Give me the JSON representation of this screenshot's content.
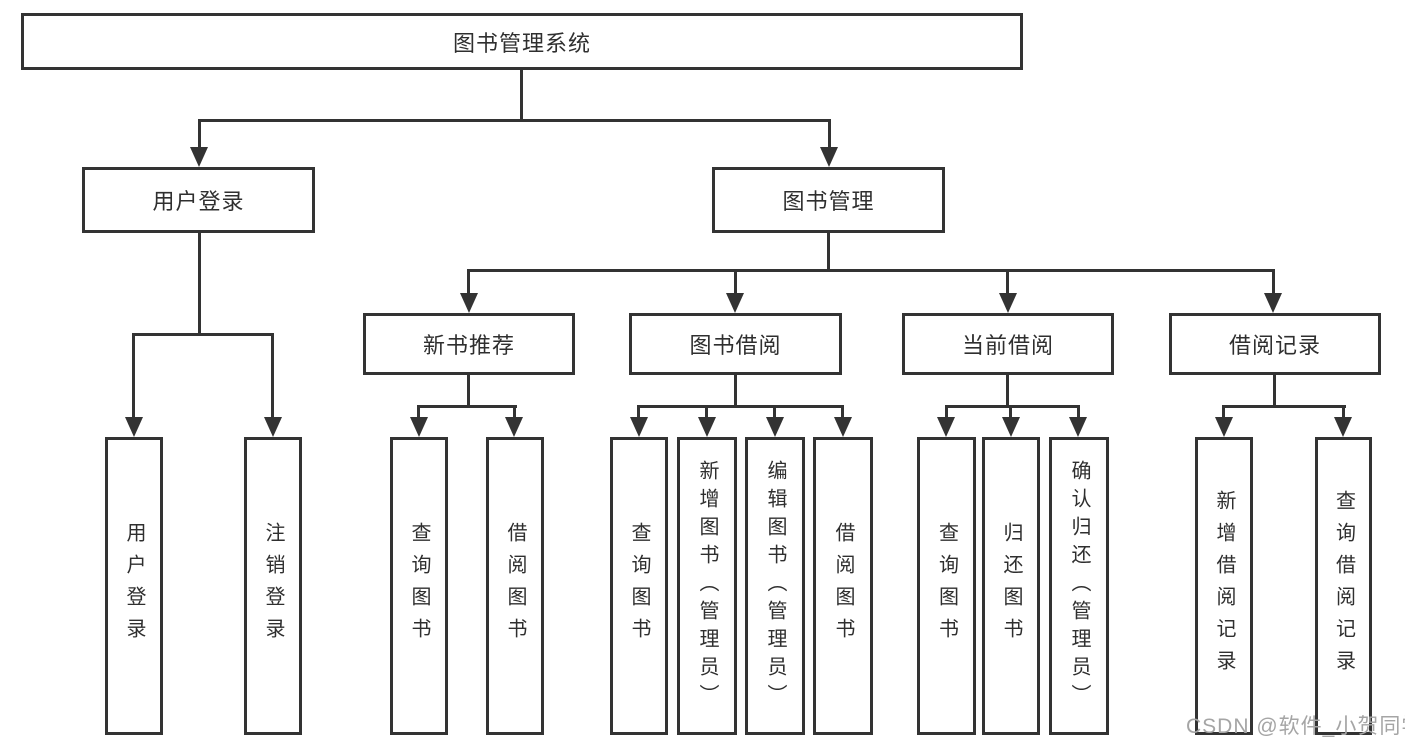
{
  "tree": {
    "label": "图书管理系统",
    "children": [
      {
        "label": "用户登录",
        "children": [
          {
            "label": "用户登录"
          },
          {
            "label": "注销登录"
          }
        ]
      },
      {
        "label": "图书管理",
        "children": [
          {
            "label": "新书推荐",
            "children": [
              {
                "label": "查询图书"
              },
              {
                "label": "借阅图书"
              }
            ]
          },
          {
            "label": "图书借阅",
            "children": [
              {
                "label": "查询图书"
              },
              {
                "label": "新增图书（管理员）"
              },
              {
                "label": "编辑图书（管理员）"
              },
              {
                "label": "借阅图书"
              }
            ]
          },
          {
            "label": "当前借阅",
            "children": [
              {
                "label": "查询图书"
              },
              {
                "label": "归还图书"
              },
              {
                "label": "确认归还（管理员）"
              }
            ]
          },
          {
            "label": "借阅记录",
            "children": [
              {
                "label": "新增借阅记录"
              },
              {
                "label": "查询借阅记录"
              }
            ]
          }
        ]
      }
    ]
  },
  "watermark": {
    "text": "CSDN @软件_小贺同学"
  },
  "colors": {
    "line": "#333333",
    "box_border": "#333333",
    "text": "#2f2f2f",
    "watermark": "#a5a5a5",
    "background": "#ffffff"
  }
}
